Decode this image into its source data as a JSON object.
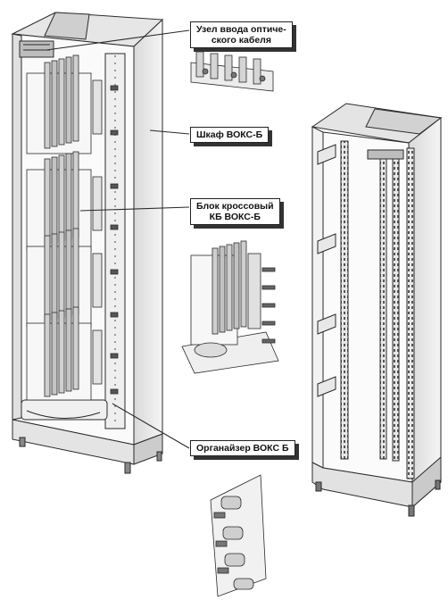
{
  "labels": {
    "fiber_entry_line1": "Узел ввода оптиче-",
    "fiber_entry_line2": "ского кабеля",
    "cabinet": "Шкаф ВОКС-Б",
    "cross_block_line1": "Блок кроссовый",
    "cross_block_line2": "КБ ВОКС-Б",
    "organizer": "Органайзер ВОКС Б"
  },
  "colors": {
    "line": "#2a2a2a",
    "light_metal": "#f2f2f2",
    "mid_metal": "#c8c8c8",
    "dark_metal": "#6e6e6e",
    "shadow": "#333333"
  }
}
